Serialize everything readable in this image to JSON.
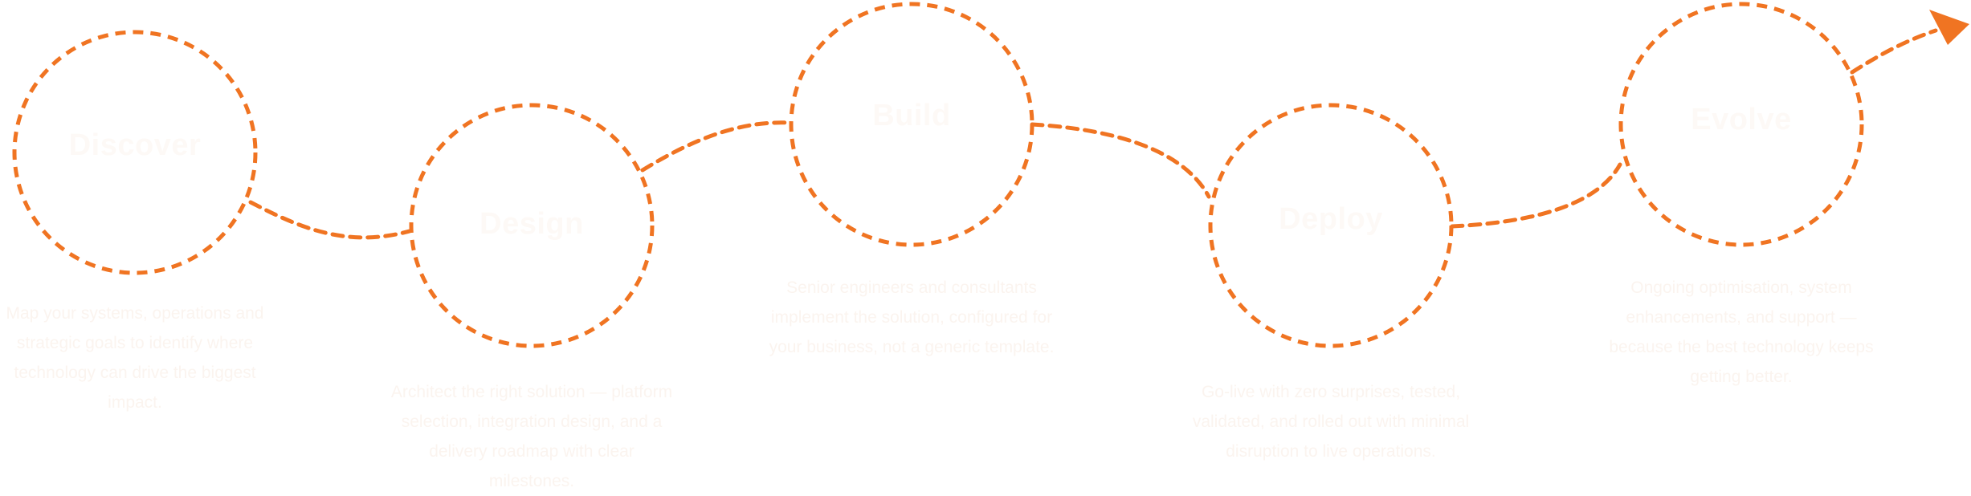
{
  "diagram": {
    "accent_color": "#F07422",
    "connector_style": "dashed",
    "arrow_icon": "arrow-head-icon",
    "steps": [
      {
        "title": "Discover",
        "description": "Map your systems, operations and strategic goals to identify where technology can drive the biggest impact."
      },
      {
        "title": "Design",
        "description": "Architect the right solution — platform selection, integration design, and a delivery roadmap with clear milestones."
      },
      {
        "title": "Build",
        "description": "Senior engineers and consultants implement the solution, configured for your business, not a generic template."
      },
      {
        "title": "Deploy",
        "description": "Go-live with zero surprises, tested, validated, and rolled out with minimal disruption to live operations."
      },
      {
        "title": "Evolve",
        "description": "Ongoing optimisation, system enhancements, and support — because the best technology keeps getting better."
      }
    ]
  }
}
